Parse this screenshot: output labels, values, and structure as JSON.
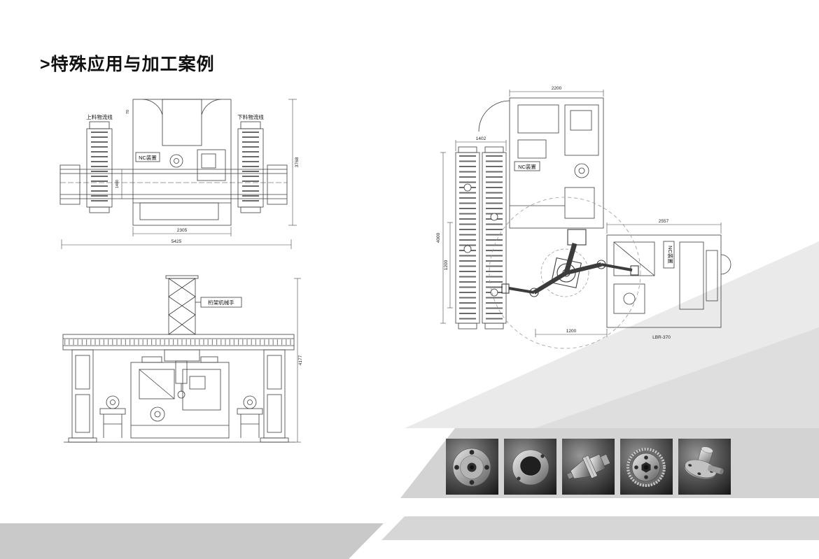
{
  "page": {
    "title": ">特殊应用与加工案例"
  },
  "colors": {
    "page_bg": "#ffffff",
    "band_light": "#eaeaea",
    "band_mid": "#dedede",
    "band_photo": "#d3d3d3",
    "band_bottom_left": "#c9c9c9",
    "band_bottom_right": "#d6d6d6",
    "ink": "#3c3c3c"
  },
  "layout_plan": {
    "labels": {
      "loading_line": "上料物流线",
      "unloading_line": "下料物流线",
      "nc_unit": "NC装置"
    },
    "dims": {
      "inner_width": "2305",
      "overall_width": "5425",
      "overall_depth": "3768",
      "offset_top": "70",
      "rail_gauge": "1400"
    }
  },
  "gantry_front": {
    "labels": {
      "truss_robot": "桁架机械手"
    },
    "dims": {
      "overall_height": "4177"
    }
  },
  "robot_cell": {
    "labels": {
      "nc_unit_top": "NC装置",
      "nc_unit_right": "NC装置",
      "robot_model": "LBR-370"
    },
    "dims": {
      "top_machine_width": "2200",
      "conveyor_width": "1402",
      "conveyor_length": "4000",
      "lane_pitch": "1200",
      "right_machine_width": "2557",
      "robot_offset": "1200"
    }
  },
  "gallery": {
    "items": [
      {
        "name": "milled flange disc part"
      },
      {
        "name": "bored cylindrical housing part"
      },
      {
        "name": "taper shank tool holder part"
      },
      {
        "name": "threaded fitting part"
      },
      {
        "name": "flanged shaft assembly part"
      }
    ]
  }
}
